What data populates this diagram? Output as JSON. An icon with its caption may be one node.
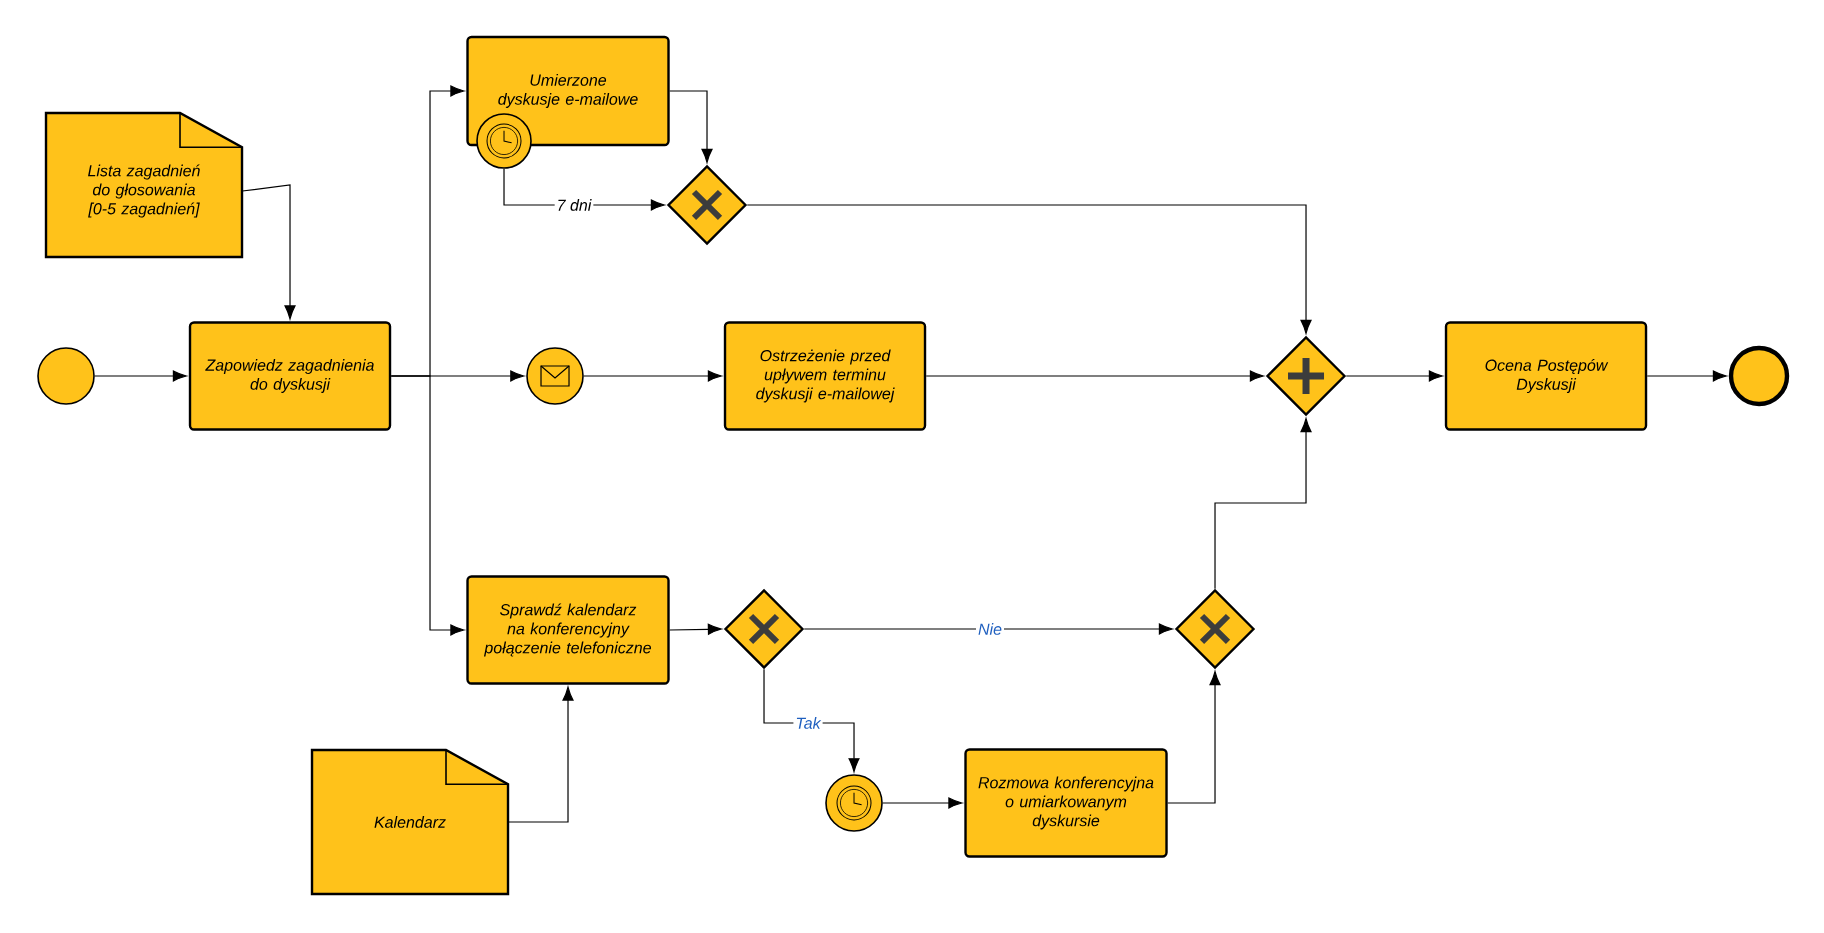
{
  "diagram": {
    "nodes": [
      {
        "text": [],
        "shape": "circle"
      },
      {
        "text": [
          "Lista zagadnień do głosowania [0-5 zagadnień]"
        ]
      },
      {
        "text": [
          "Zapowiedz zagadnienia do dyskusji"
        ]
      },
      {
        "text": [
          "Umierzone dyskusje e-mailowe"
        ]
      },
      {
        "text": [],
        "shape": "circle"
      },
      {
        "text": [],
        "shape": "diamond"
      },
      {
        "text": [],
        "shape": "circle"
      },
      {
        "text": [
          "Ostrzeżenie przed upływem terminu dyskusji e-mailowej"
        ]
      },
      {
        "text": [],
        "shape": "diamond"
      },
      {
        "text": [
          "Ocena Postępów Dyskusji"
        ]
      },
      {
        "text": [],
        "shape": "circle"
      },
      {
        "text": [
          "Sprawdź kalendarz na konferencyjny połączenie telefoniczne"
        ]
      },
      {
        "text": [],
        "shape": "diamond"
      },
      {
        "text": [],
        "shape": "diamond"
      },
      {
        "text": [
          "Kalendarz"
        ]
      },
      {
        "text": [],
        "shape": "circle"
      },
      {
        "text": [
          "Rozmowa konferencyjna o umiarkowanym dyskursie"
        ]
      }
    ],
    "edges": [
      {
        "from": 0,
        "to": 2,
        "arrow": "to"
      },
      {
        "from": 1,
        "to": 2,
        "arrow": "to"
      },
      {
        "from": 2,
        "to": 3,
        "arrow": "to"
      },
      {
        "from": 2,
        "to": 6,
        "arrow": "to"
      },
      {
        "from": 2,
        "to": 11,
        "arrow": "to"
      },
      {
        "from": 3,
        "to": 5,
        "arrow": "to"
      },
      {
        "from": 4,
        "to": 5,
        "arrow": "to",
        "label": "7 dni"
      },
      {
        "from": 5,
        "to": 8,
        "arrow": "to"
      },
      {
        "from": 6,
        "to": 7,
        "arrow": "to"
      },
      {
        "from": 7,
        "to": 8,
        "arrow": "to"
      },
      {
        "from": 8,
        "to": 9,
        "arrow": "to"
      },
      {
        "from": 9,
        "to": 10,
        "arrow": "to"
      },
      {
        "from": 11,
        "to": 12,
        "arrow": "to"
      },
      {
        "from": 12,
        "to": 13,
        "arrow": "to",
        "label": "Nie"
      },
      {
        "from": 12,
        "to": 15,
        "arrow": "to",
        "label": "Tak"
      },
      {
        "from": 15,
        "to": 16,
        "arrow": "to"
      },
      {
        "from": 16,
        "to": 13,
        "arrow": "to"
      },
      {
        "from": 13,
        "to": 8,
        "arrow": "to"
      },
      {
        "from": 14,
        "to": 11,
        "arrow": "to"
      }
    ]
  }
}
